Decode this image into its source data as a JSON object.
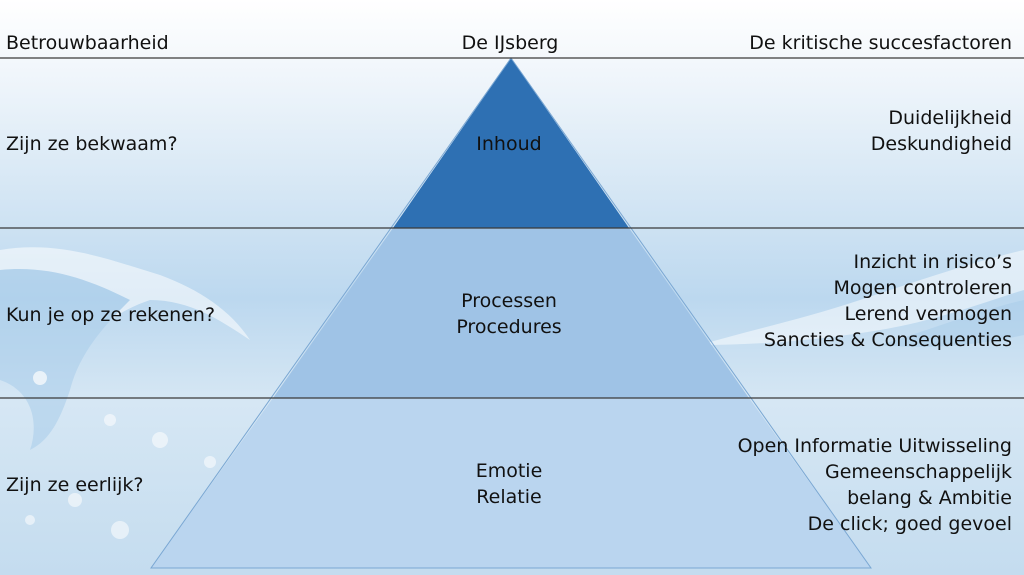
{
  "header": {
    "left": "Betrouwbaarheid",
    "center": "De IJsberg",
    "right": "De kritische succesfactoren"
  },
  "rows": [
    {
      "question": "Zijn ze bekwaam?",
      "layer": [
        "Inhoud"
      ],
      "factors": [
        "Duidelijkheid",
        "Deskundigheid"
      ]
    },
    {
      "question": "Kun je op ze rekenen?",
      "layer": [
        "Processen",
        "Procedures"
      ],
      "factors": [
        "Inzicht in risico’s",
        "Mogen controleren",
        "Lerend vermogen",
        "Sancties & Consequenties"
      ]
    },
    {
      "question": "Zijn ze eerlijk?",
      "layer": [
        "Emotie",
        "Relatie"
      ],
      "factors": [
        "Open Informatie Uitwisseling",
        "Gemeenschappelijk",
        "belang & Ambitie",
        "De click; goed gevoel"
      ]
    }
  ],
  "colors": {
    "top_layer": "#2e70b3",
    "middle_layer": "#9fc3e6",
    "bottom_layer": "#bad5ef",
    "divider": "#3a3a3a"
  }
}
